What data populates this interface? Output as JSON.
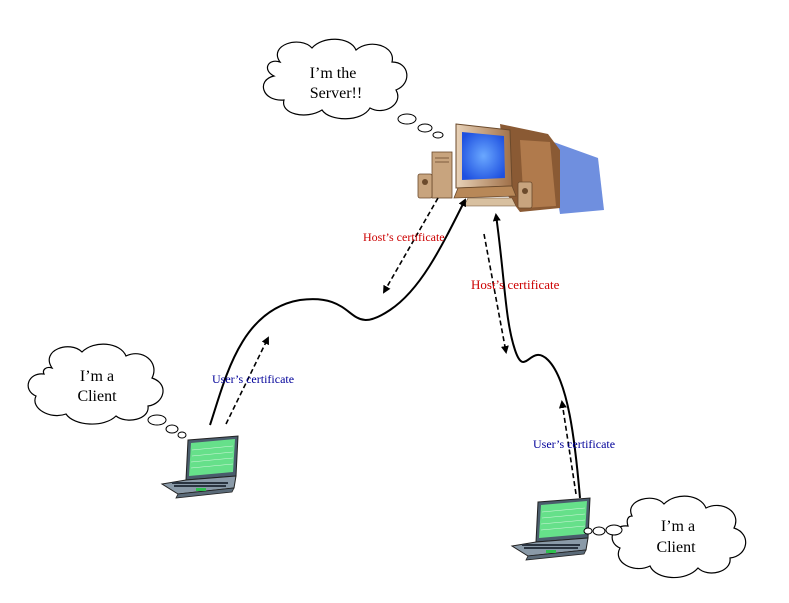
{
  "diagram": {
    "title": "Client-Server certificate exchange",
    "server": {
      "bubble_line1": "I’m the",
      "bubble_line2": "Server!!"
    },
    "client_left": {
      "bubble_line1": "I’m a",
      "bubble_line2": "Client"
    },
    "client_right": {
      "bubble_line1": "I’m a",
      "bubble_line2": "Client"
    },
    "labels": {
      "host_cert_left": "Host’s certificate",
      "host_cert_right": "Host’s certificate",
      "user_cert_left": "User’s certificate",
      "user_cert_right": "User’s certificate"
    },
    "colors": {
      "host_label": "#cc0000",
      "user_label": "#000099",
      "monitor_screen": "#3a6cf0",
      "laptop_screen": "#66e08a",
      "computer_case": "#c8a078",
      "shadow": "#6f8fdf"
    }
  }
}
